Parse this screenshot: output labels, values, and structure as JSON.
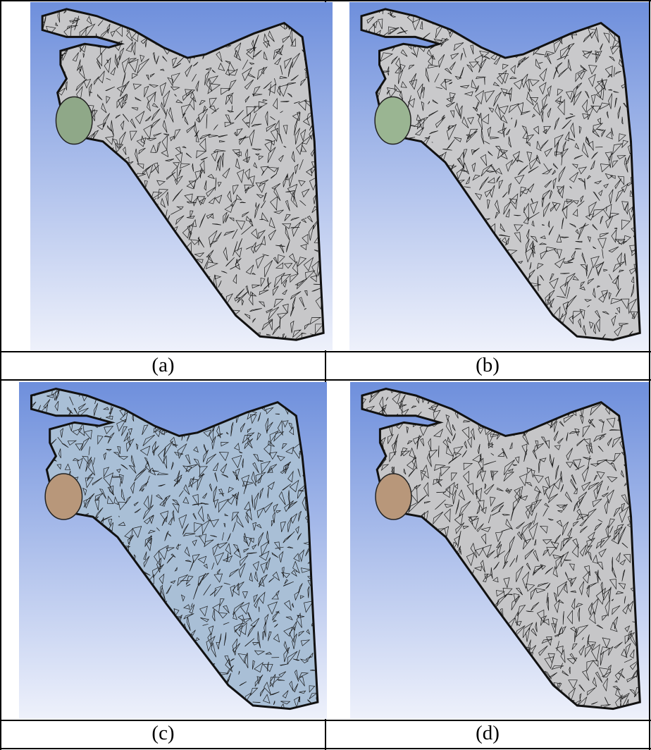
{
  "figure": {
    "panels": [
      {
        "caption": "(a)",
        "bone_fill": "#c7c7c9",
        "head_fill": "#8fa888",
        "bg_top": "#6e8fdc",
        "bg_bottom": "#eef1fb"
      },
      {
        "caption": "(b)",
        "bone_fill": "#c9c9cb",
        "head_fill": "#9ab592",
        "bg_top": "#6e8fdc",
        "bg_bottom": "#eef1fb"
      },
      {
        "caption": "(c)",
        "bone_fill": "#a9bfd6",
        "head_fill": "#b8977a",
        "bg_top": "#6e8fdc",
        "bg_bottom": "#eef1fb"
      },
      {
        "caption": "(d)",
        "bone_fill": "#c6c6c8",
        "head_fill": "#b8977a",
        "bg_top": "#6e8fdc",
        "bg_bottom": "#eef1fb"
      }
    ]
  }
}
